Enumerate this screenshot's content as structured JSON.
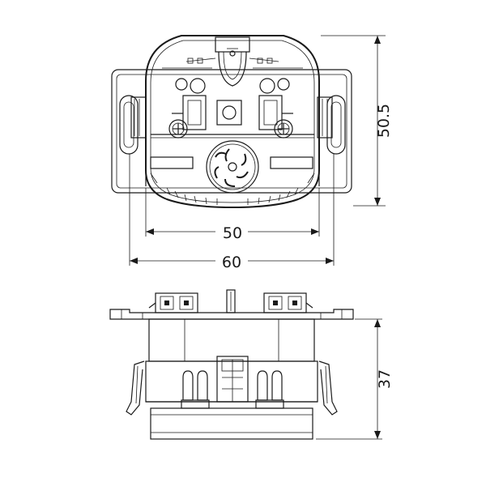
{
  "dimensions": {
    "height_front": "50.5",
    "body_width": "50",
    "frame_width": "60",
    "depth": "37"
  },
  "colors": {
    "line": "#1a1a1a",
    "background": "#ffffff"
  }
}
